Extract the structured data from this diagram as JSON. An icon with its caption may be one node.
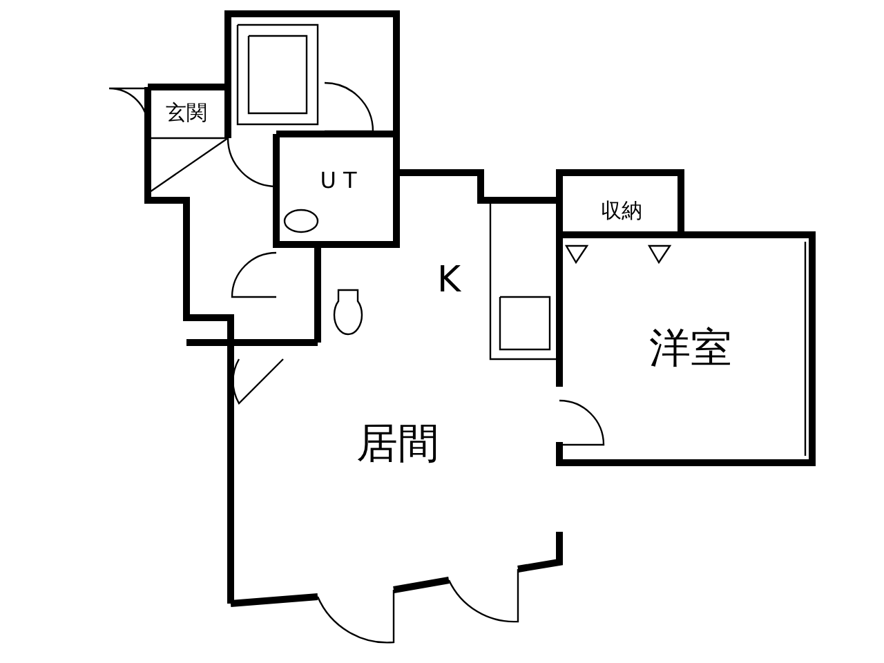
{
  "diagram": {
    "labels": [
      "玄関",
      "U T",
      "K",
      "収納",
      "洋室",
      "居間"
    ]
  }
}
